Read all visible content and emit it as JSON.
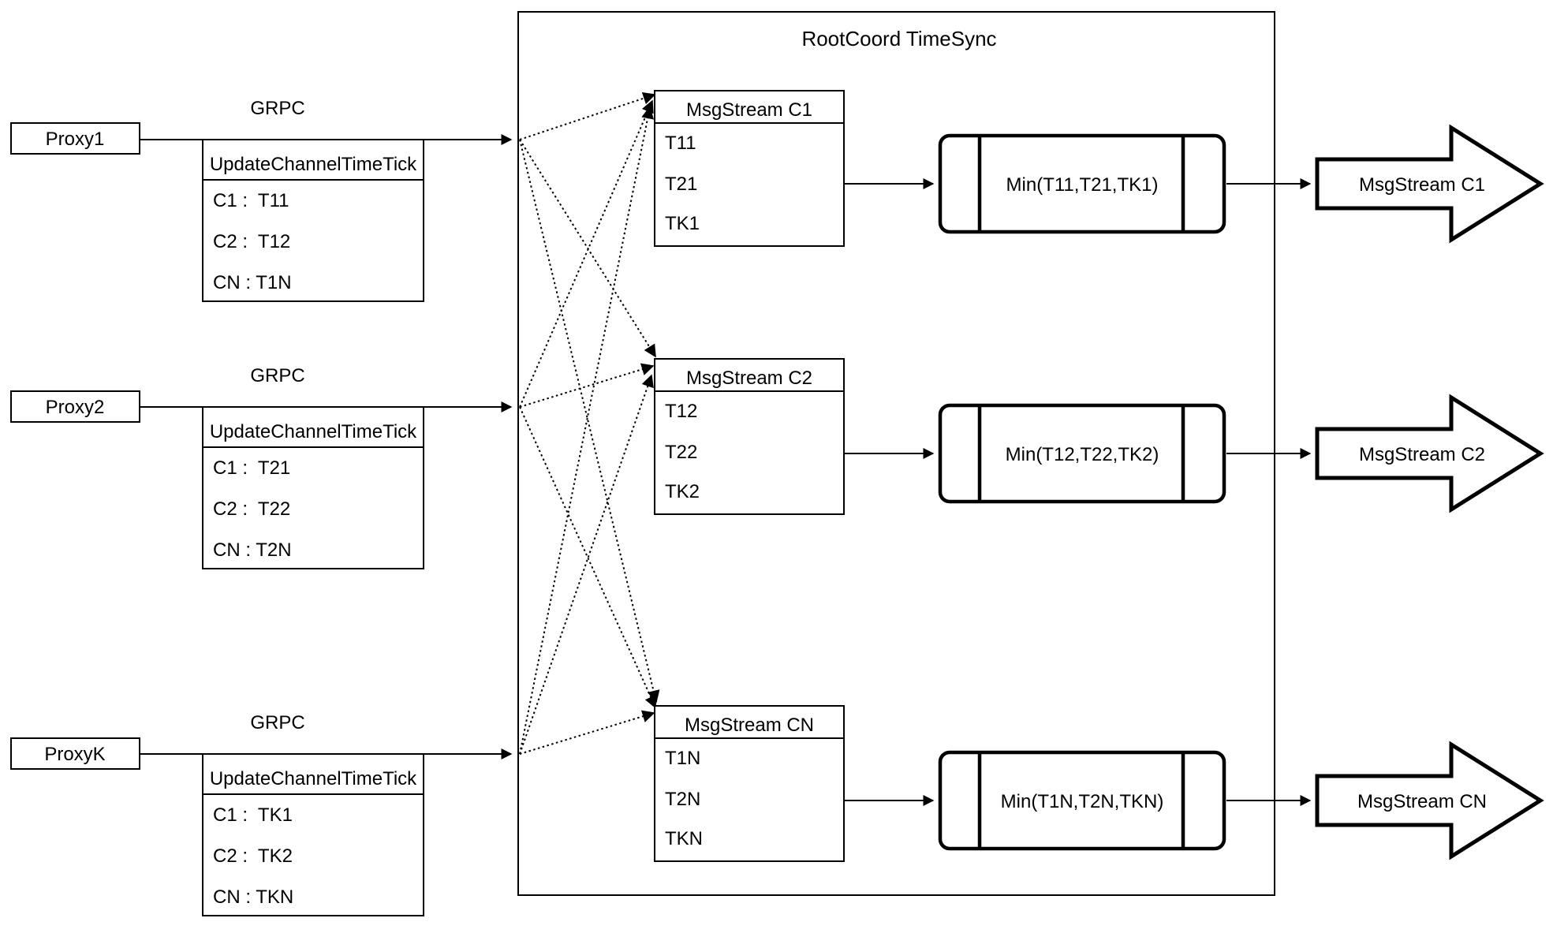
{
  "container": {
    "title": "RootCoord TimeSync"
  },
  "proxies": [
    {
      "label": "Proxy1",
      "protocol": "GRPC",
      "table": {
        "header": "UpdateChannelTimeTick",
        "rows": [
          "C1 :  T11",
          "C2 :  T12",
          "CN : T1N"
        ]
      }
    },
    {
      "label": "Proxy2",
      "protocol": "GRPC",
      "table": {
        "header": "UpdateChannelTimeTick",
        "rows": [
          "C1 :  T21",
          "C2 :  T22",
          "CN : T2N"
        ]
      }
    },
    {
      "label": "ProxyK",
      "protocol": "GRPC",
      "table": {
        "header": "UpdateChannelTimeTick",
        "rows": [
          "C1 :  TK1",
          "C2 :  TK2",
          "CN : TKN"
        ]
      }
    }
  ],
  "msgstreams": [
    {
      "title": "MsgStream C1",
      "rows": [
        "T11",
        "T21",
        "TK1"
      ]
    },
    {
      "title": "MsgStream C2",
      "rows": [
        "T12",
        "T22",
        "TK2"
      ]
    },
    {
      "title": "MsgStream CN",
      "rows": [
        "T1N",
        "T2N",
        "TKN"
      ]
    }
  ],
  "min_boxes": [
    {
      "label": "Min(T11,T21,TK1)"
    },
    {
      "label": "Min(T12,T22,TK2)"
    },
    {
      "label": "Min(T1N,T2N,TKN)"
    }
  ],
  "output_arrows": [
    {
      "label": "MsgStream C1"
    },
    {
      "label": "MsgStream C2"
    },
    {
      "label": "MsgStream CN"
    }
  ],
  "colors": {
    "line": "#000000",
    "background": "#ffffff"
  }
}
